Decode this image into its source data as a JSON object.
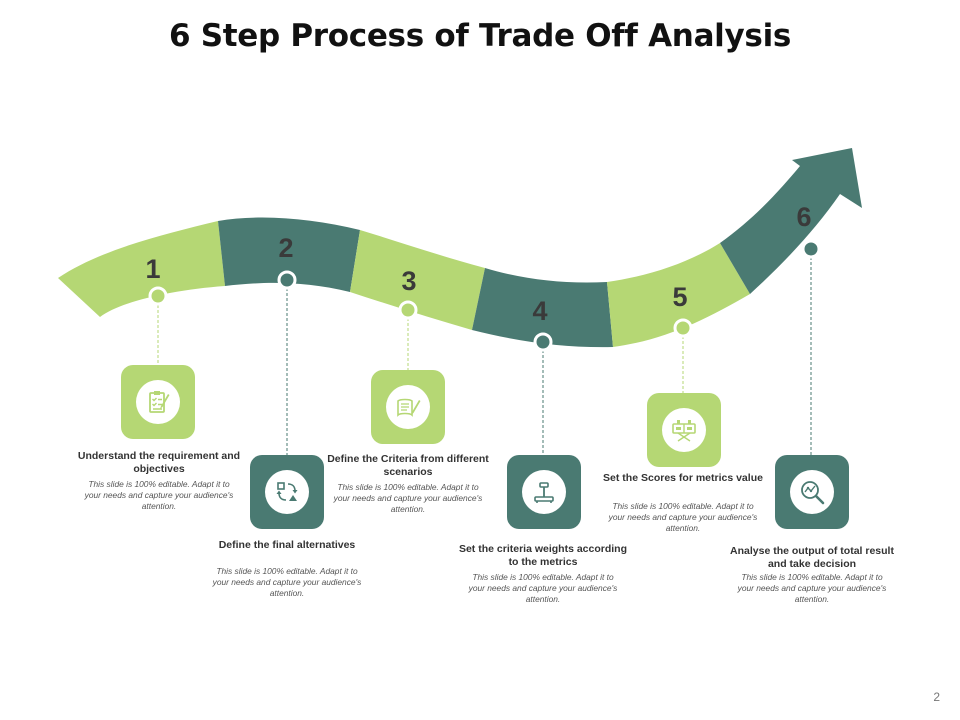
{
  "title": "6 Step Process of Trade Off Analysis",
  "page_number": "2",
  "colors": {
    "light_green": "#b5d774",
    "dark_teal": "#4a7a72"
  },
  "steps": [
    {
      "number": "1",
      "title": "Understand the requirement and objectives",
      "description": "This slide is 100% editable. Adapt it to your needs and capture your audience's attention.",
      "icon": "clipboard-checklist-icon",
      "color": "light"
    },
    {
      "number": "2",
      "title": "Define the final alternatives",
      "description": "This slide is 100% editable. Adapt it to your needs and capture your audience's attention.",
      "icon": "shapes-cycle-icon",
      "color": "dark"
    },
    {
      "number": "3",
      "title": "Define the Criteria from different scenarios",
      "description": "This slide is 100% editable. Adapt it to your needs and capture your audience's attention.",
      "icon": "document-pen-icon",
      "color": "light"
    },
    {
      "number": "4",
      "title": "Set the criteria weights according to the metrics",
      "description": "This slide is 100% editable. Adapt it to your needs and capture your audience's attention.",
      "icon": "weighing-scale-icon",
      "color": "dark"
    },
    {
      "number": "5",
      "title": "Set the Scores for metrics value",
      "description": "This slide is 100% editable. Adapt it to your needs and capture your audience's attention.",
      "icon": "scoreboard-icon",
      "color": "light"
    },
    {
      "number": "6",
      "title": "Analyse the output of total result and take decision",
      "description": "This slide is 100% editable. Adapt it to your needs and capture your audience's attention.",
      "icon": "magnifier-chart-icon",
      "color": "dark"
    }
  ]
}
